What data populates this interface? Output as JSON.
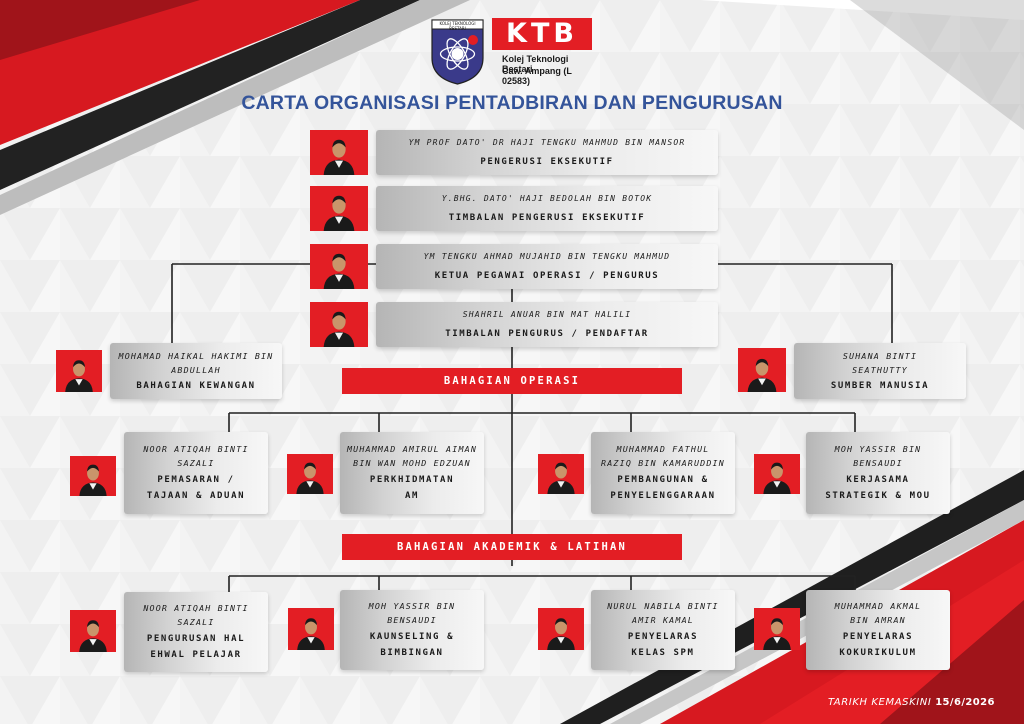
{
  "logo": {
    "crest_text": "KOLEJ TEKNOLOGI BESTARI",
    "acronym": "KTB",
    "name": "Kolej Teknologi Bestari",
    "address": "Caw. Ampang (L 02583)"
  },
  "title": "CARTA ORGANISASI PENTADBIRAN DAN PENGURUSAN",
  "top": [
    {
      "name": "YM PROF DATO' DR HAJI TENGKU MAHMUD BIN MANSOR",
      "position": "PENGERUSI EKSEKUTIF"
    },
    {
      "name": "Y.BHG. DATO' HAJI BEDOLAH BIN BOTOK",
      "position": "TIMBALAN PENGERUSI EKSEKUTIF"
    },
    {
      "name": "YM TENGKU AHMAD MUJAHID BIN TENGKU MAHMUD",
      "position": "KETUA PEGAWAI OPERASI / PENGURUS"
    },
    {
      "name": "SHAHRIL ANUAR BIN MAT HALILI",
      "position": "TIMBALAN PENGURUS / PENDAFTAR"
    }
  ],
  "side": {
    "left": {
      "name1": "MOHAMAD HAIKAL HAKIMI BIN",
      "name2": "ABDULLAH",
      "position": "BAHAGIAN KEWANGAN"
    },
    "right": {
      "name1": "SUHANA BINTI",
      "name2": "SEATHUTTY",
      "position": "SUMBER MANUSIA"
    }
  },
  "operasi": {
    "label": "BAHAGIAN OPERASI",
    "members": [
      {
        "name1": "NOOR ATIQAH BINTI",
        "name2": "SAZALI",
        "pos1": "PEMASARAN /",
        "pos2": "TAJAAN & ADUAN"
      },
      {
        "name1": "MUHAMMAD AMIRUL AIMAN",
        "name2": "BIN WAN MOHD EDZUAN",
        "pos1": "PERKHIDMATAN",
        "pos2": "AM"
      },
      {
        "name1": "MUHAMMAD FATHUL",
        "name2": "RAZIQ BIN KAMARUDDIN",
        "pos1": "PEMBANGUNAN &",
        "pos2": "PENYELENGGARAAN"
      },
      {
        "name1": "MOH YASSIR BIN",
        "name2": "BENSAUDI",
        "pos1": "KERJASAMA",
        "pos2": "STRATEGIK & MOU"
      }
    ]
  },
  "akademik": {
    "label": "BAHAGIAN AKADEMIK & LATIHAN",
    "members": [
      {
        "name1": "NOOR ATIQAH BINTI",
        "name2": "SAZALI",
        "pos1": "PENGURUSAN HAL",
        "pos2": "EHWAL PELAJAR"
      },
      {
        "name1": "MOH YASSIR BIN",
        "name2": "BENSAUDI",
        "pos1": "KAUNSELING &",
        "pos2": "BIMBINGAN"
      },
      {
        "name1": "NURUL NABILA BINTI",
        "name2": "AMIR KAMAL",
        "pos1": "PENYELARAS",
        "pos2": "KELAS SPM"
      },
      {
        "name1": "MUHAMMAD AKMAL",
        "name2": "BIN AMRAN",
        "pos1": "PENYELARAS",
        "pos2": "KOKURIKULUM"
      }
    ]
  },
  "footer": {
    "label": "TARIKH KEMASKINI",
    "date": "15/6/2026"
  },
  "colors": {
    "accent": "#e31e24",
    "title": "#34549a",
    "line": "#222222"
  }
}
